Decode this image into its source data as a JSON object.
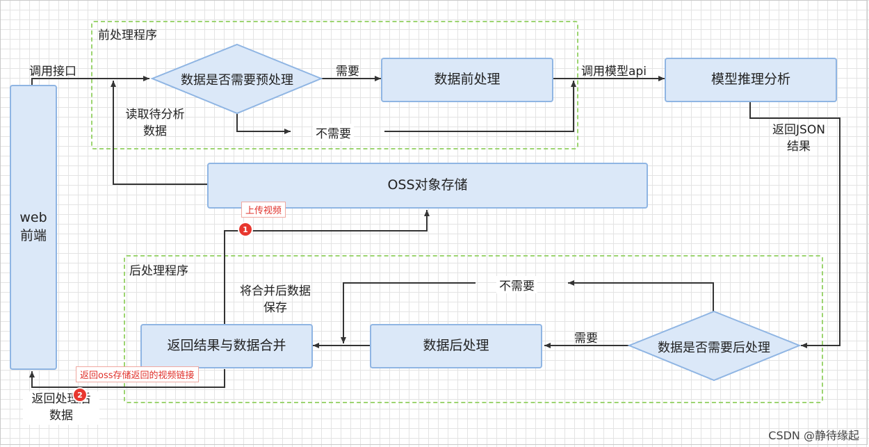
{
  "groups": {
    "pre": "前处理程序",
    "post": "后处理程序"
  },
  "nodes": {
    "web": "web\n前端",
    "pre_decision": "数据是否需要预处理",
    "pre_process": "数据前处理",
    "model": "模型推理分析",
    "oss": "OSS对象存储",
    "post_decision": "数据是否需要后处理",
    "post_process": "数据后处理",
    "merge": "返回结果与数据合并"
  },
  "edges": {
    "call_api": "调用接口",
    "need_pre": "需要",
    "no_need_pre": "不需要",
    "call_model_api": "调用模型api",
    "read_data": "读取待分析\n数据",
    "return_json": "返回JSON\n结果",
    "need_post": "需要",
    "no_need_post": "不需要",
    "save_merged": "将合并后数据\n保存",
    "return_processed": "返回处理后\n数据"
  },
  "annotations": {
    "upload_video": "上传视频",
    "return_oss_link": "返回oss存储返回的视频链接",
    "badge1": "1",
    "badge2": "2"
  },
  "watermark": "CSDN @静待缘起",
  "colors": {
    "node_fill": "#dbe8f8",
    "node_border": "#8fb5e3",
    "group_border": "#9cd470",
    "arrow": "#333333",
    "annotation_red": "#e0302a"
  }
}
